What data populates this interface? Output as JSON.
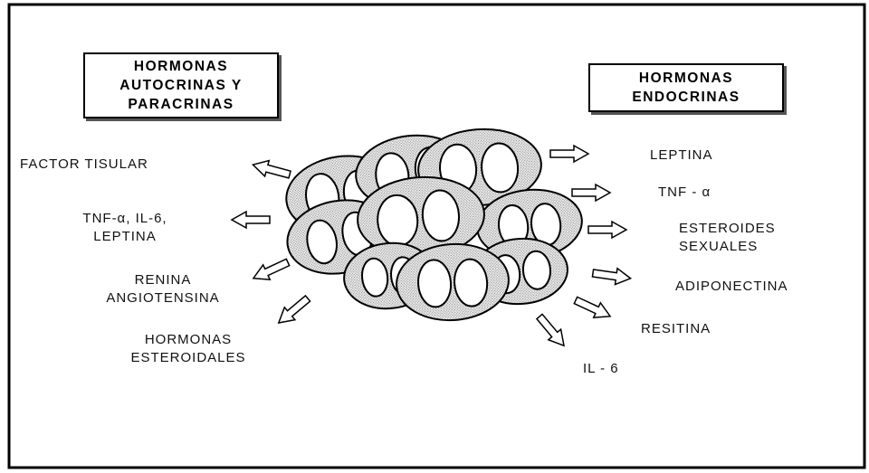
{
  "boxes": {
    "left": [
      "HORMONAS",
      "AUTOCRINAS Y",
      "PARACRINAS"
    ],
    "right": [
      "HORMONAS",
      "ENDOCRINAS"
    ]
  },
  "left_labels": {
    "factor_tisular": "FACTOR TISULAR",
    "tnf_il6_leptina": [
      "TNF-α, IL-6,",
      "LEPTINA"
    ],
    "renina": [
      "RENINA",
      "ANGIOTENSINA"
    ],
    "hormonas_esteroidales": [
      "HORMONAS",
      "ESTEROIDALES"
    ]
  },
  "right_labels": {
    "leptina": "LEPTINA",
    "tnf_alpha": "TNF - α",
    "esteroides_sexuales": [
      "ESTEROIDES",
      "SEXUALES"
    ],
    "adiponectina": "ADIPONECTINA",
    "resitina": "RESITINA",
    "il6": "IL - 6"
  },
  "colors": {
    "stroke": "#000000",
    "cell_fill": "#d4d4d4",
    "background": "#ffffff"
  }
}
